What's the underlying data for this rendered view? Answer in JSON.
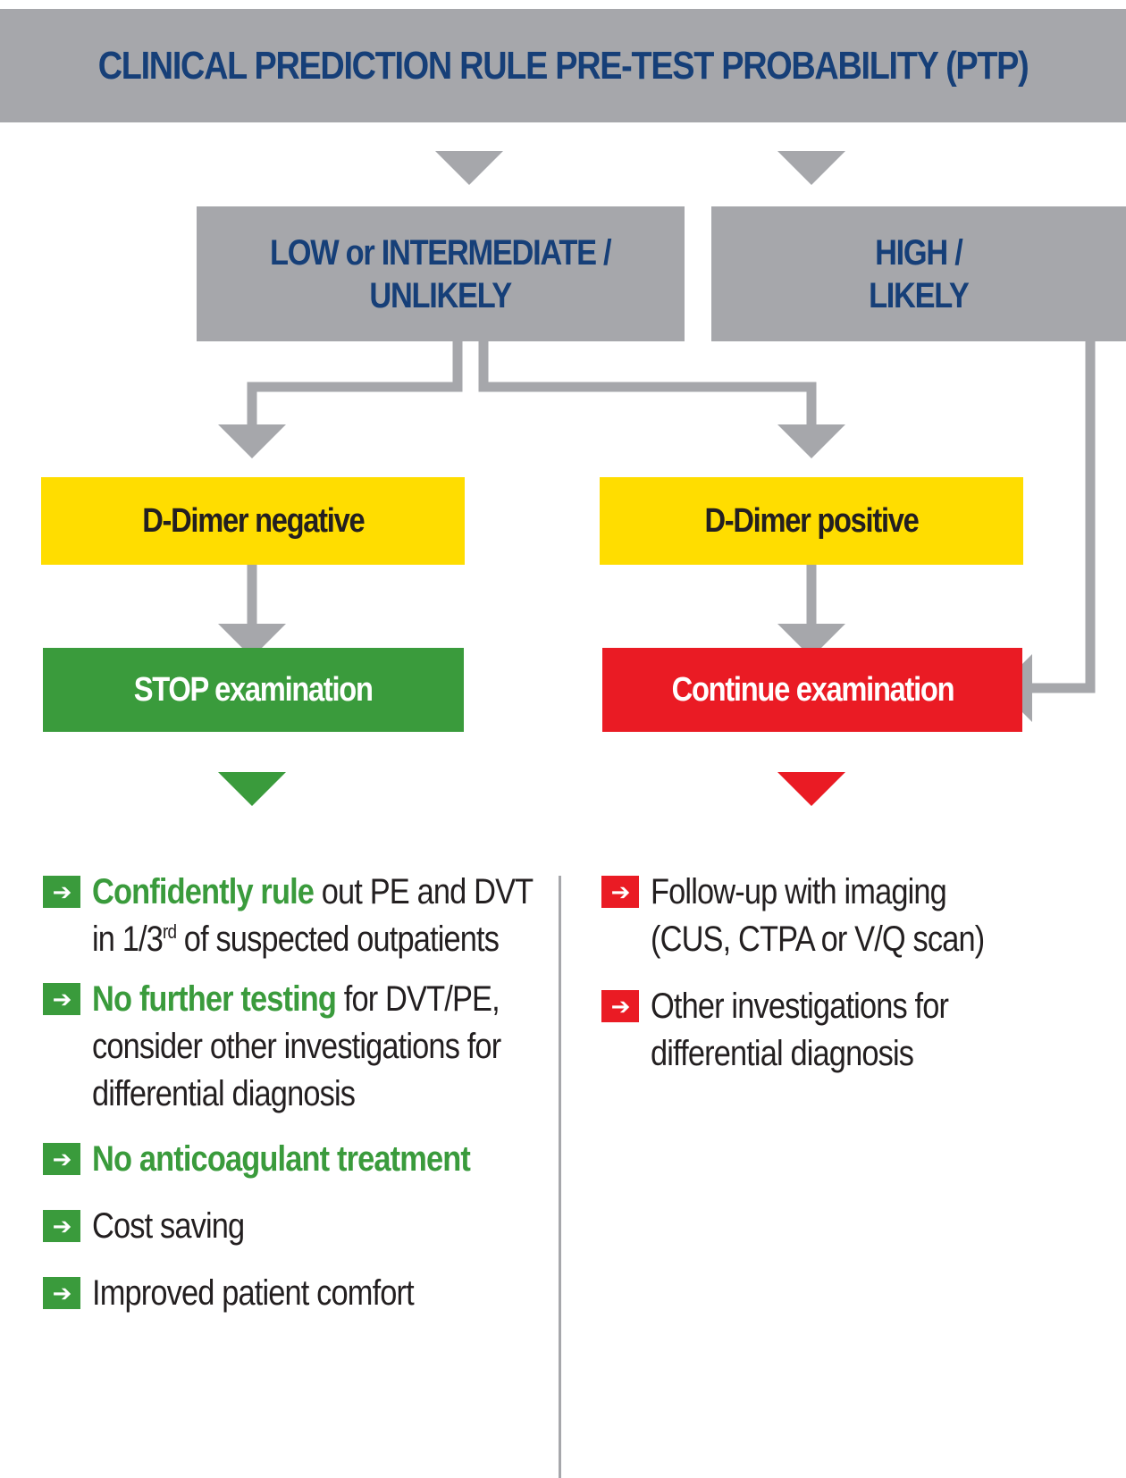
{
  "header": {
    "title": "CLINICAL PREDICTION RULE PRE-TEST PROBABILITY (PTP)"
  },
  "branches": {
    "low": {
      "line1": "LOW or INTERMEDIATE /",
      "line2": "UNLIKELY"
    },
    "high": {
      "line1": "HIGH /",
      "line2": "LIKELY"
    }
  },
  "results": {
    "negative": "D-Dimer negative",
    "positive": "D-Dimer positive"
  },
  "actions": {
    "stop": "STOP examination",
    "continue": "Continue examination"
  },
  "left_list": [
    {
      "highlight": "Confidently rule",
      "text": " out PE and DVT in 1/3",
      "sup": "rd",
      "text2": " of suspected outpatients"
    },
    {
      "highlight": "No further testing",
      "text": " for DVT/PE, consider other investigations for differential diagnosis"
    },
    {
      "highlight": "No anticoagulant treatment",
      "text": ""
    },
    {
      "highlight": "",
      "text": "Cost saving"
    },
    {
      "highlight": "",
      "text": "Improved patient comfort"
    }
  ],
  "right_list": [
    {
      "text": "Follow-up with imaging (CUS, CTPA or V/Q scan)"
    },
    {
      "text": "Other investigations for differential diagnosis"
    }
  ],
  "bullet_glyph": "➔",
  "colors": {
    "grey": "#a6a7ab",
    "navy": "#163f78",
    "yellow": "#ffdd00",
    "green": "#3a9b3c",
    "red": "#ea1b24"
  }
}
